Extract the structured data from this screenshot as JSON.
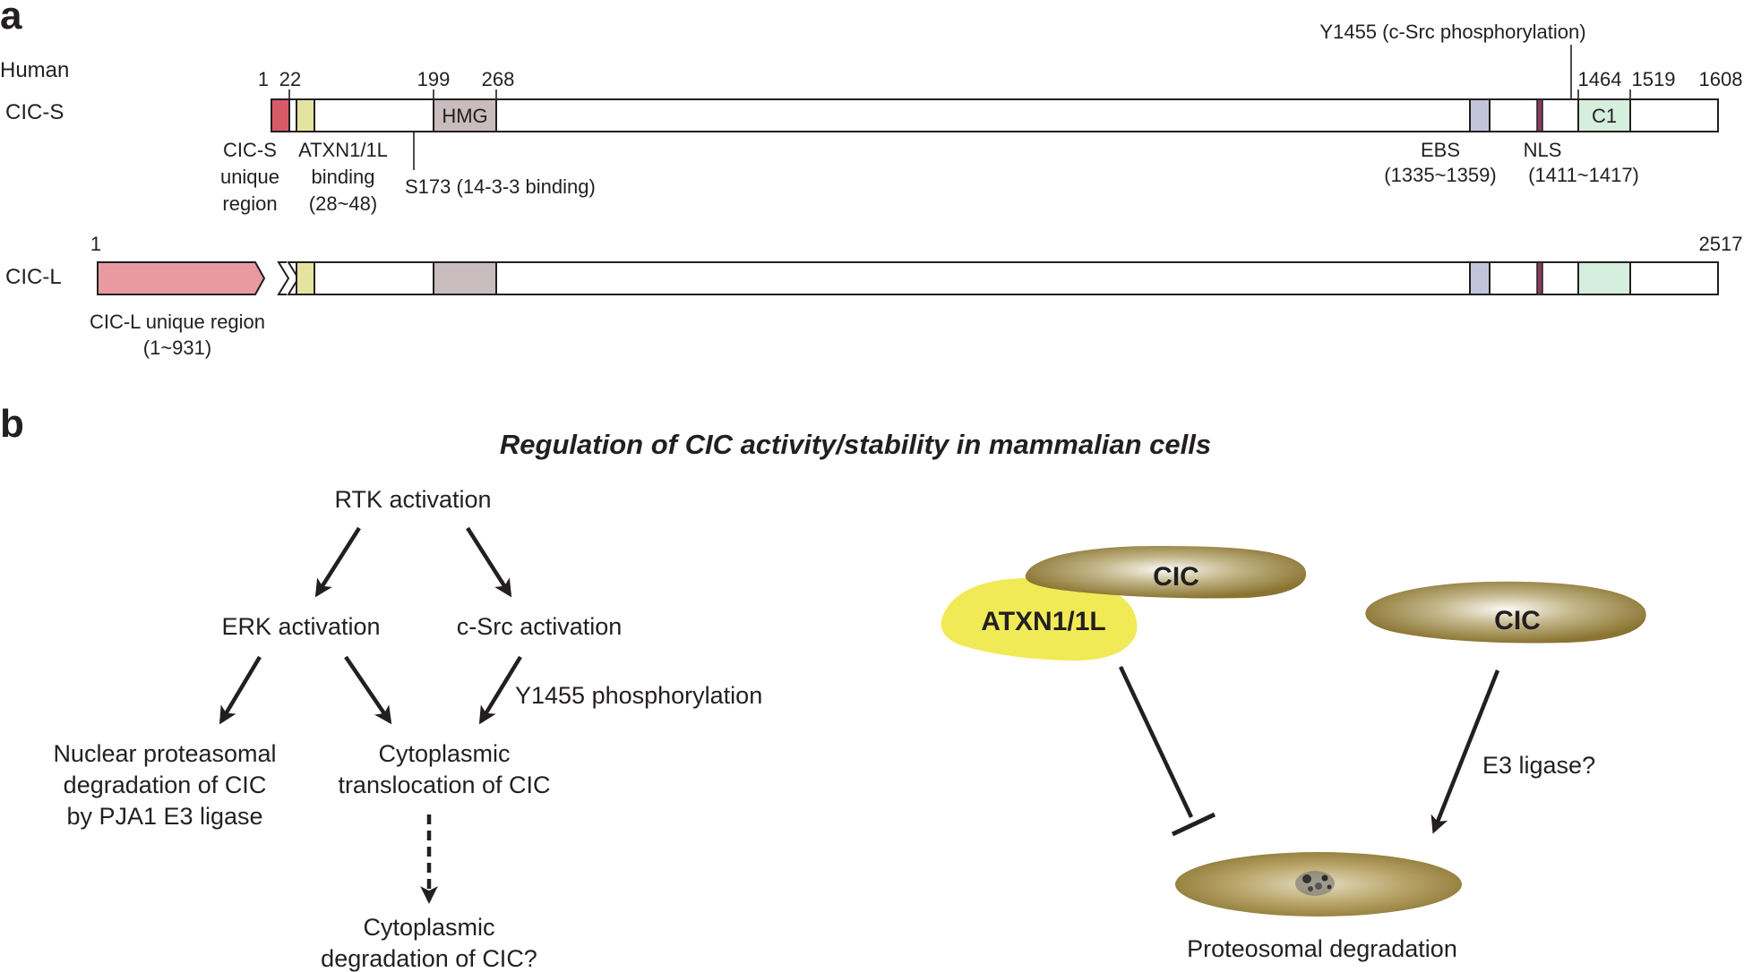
{
  "panel_a": {
    "label": "a",
    "species": "Human",
    "cic_s": {
      "name": "CIC-S",
      "positions": {
        "p1": "1",
        "p22": "22",
        "p199": "199",
        "p268": "268",
        "p1464": "1464",
        "p1519": "1519",
        "p1608": "1608"
      },
      "hmg": "HMG",
      "c1": "C1",
      "phospho_site": "Y1455 (c-Src phosphorylation)",
      "unique_region": [
        "CIC-S",
        "unique",
        "region"
      ],
      "atxn_binding": [
        "ATXN1/1L",
        "binding",
        "(28~48)"
      ],
      "s173": "S173 (14-3-3 binding)",
      "ebs": [
        "EBS",
        "(1335~1359)"
      ],
      "nls": [
        "NLS",
        "(1411~1417)"
      ]
    },
    "cic_l": {
      "name": "CIC-L",
      "start": "1",
      "end": "2517",
      "unique_region": [
        "CIC-L unique region",
        "(1~931)"
      ]
    },
    "colors": {
      "cic_s_unique": "#d75a68",
      "cic_l_unique": "#e99aa0",
      "atxn_binding": "#e4e4a0",
      "hmg": "#c8bcbe",
      "ebs": "#c2c4dc",
      "nls": "#8a3a5e",
      "c1": "#d6eedd"
    }
  },
  "panel_b": {
    "label": "b",
    "title": "Regulation of CIC activity/stability in mammalian cells",
    "flow": {
      "rtk": "RTK activation",
      "erk": "ERK activation",
      "csrc": "c-Src activation",
      "y1455": "Y1455 phosphorylation",
      "nuclear": [
        "Nuclear proteasomal",
        "degradation of CIC",
        "by PJA1 E3 ligase"
      ],
      "cyto_trans": [
        "Cytoplasmic",
        "translocation of CIC"
      ],
      "cyto_deg": [
        "Cytoplasmic",
        "degradation of CIC?"
      ]
    },
    "model": {
      "cic_bound": "CIC",
      "atxn": "ATXN1/1L",
      "cic_free": "CIC",
      "e3": "E3 ligase?",
      "proteasome": "Proteosomal degradation"
    },
    "colors": {
      "cic": "#8f7a33",
      "atxn": "#f0ea57"
    }
  }
}
